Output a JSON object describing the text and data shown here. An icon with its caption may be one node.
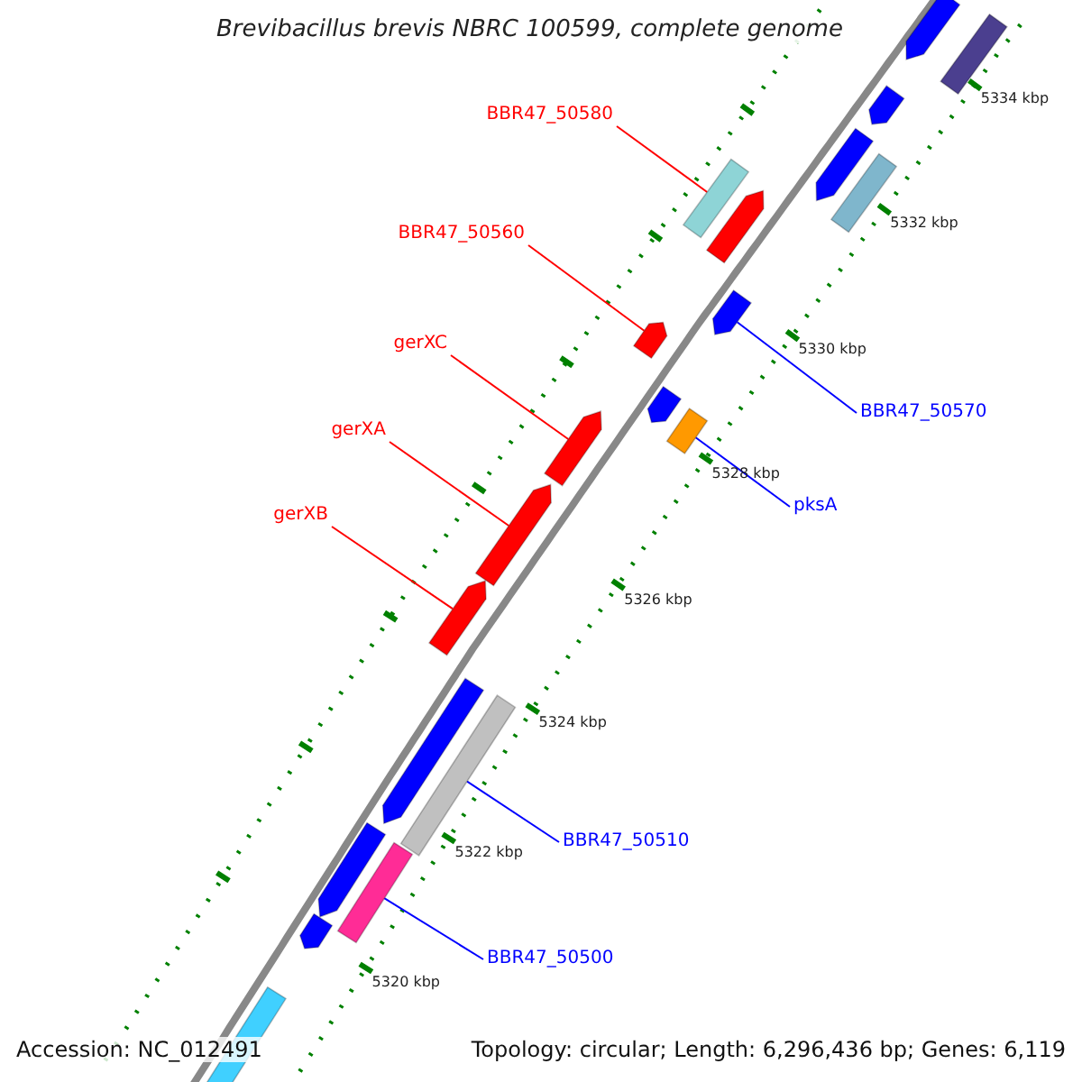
{
  "diagram": {
    "title": "Brevibacillus brevis NBRC 100599, complete genome",
    "nodes": [
      {
        "text": [
          "BBR47_50580"
        ]
      },
      {
        "text": [
          "BBR47_50560"
        ]
      },
      {
        "text": [
          "gerXC"
        ]
      },
      {
        "text": [
          "BBR47_50570"
        ]
      },
      {
        "text": [
          "gerXA"
        ]
      },
      {
        "text": [
          "pksA"
        ]
      },
      {
        "text": [
          "gerXB"
        ]
      },
      {
        "text": [
          "BBR47_50510"
        ]
      },
      {
        "text": [
          "BBR47_50500"
        ]
      },
      {
        "text": [],
        "shape": "arrow"
      },
      {
        "text": [],
        "shape": "bar"
      },
      {
        "text": [],
        "shape": "arrow"
      },
      {
        "text": [],
        "shape": "arrow"
      },
      {
        "text": [],
        "shape": "bar"
      },
      {
        "text": [],
        "shape": "bar"
      },
      {
        "text": [],
        "shape": "arrow"
      },
      {
        "text": [],
        "shape": "arrow"
      },
      {
        "text": [],
        "shape": "arrow"
      },
      {
        "text": [],
        "shape": "arrow"
      },
      {
        "text": [],
        "shape": "bar"
      },
      {
        "text": [],
        "shape": "arrow"
      },
      {
        "text": [],
        "shape": "arrow"
      },
      {
        "text": [],
        "shape": "arrow"
      },
      {
        "text": [],
        "shape": "arrow"
      },
      {
        "text": [],
        "shape": "bar"
      },
      {
        "text": [],
        "shape": "arrow"
      },
      {
        "text": [],
        "shape": "bar"
      },
      {
        "text": [],
        "shape": "arrow"
      },
      {
        "text": [],
        "shape": "bar"
      }
    ],
    "edges": [
      {
        "from": 0,
        "to": 14,
        "arrow": "none"
      },
      {
        "from": 1,
        "to": 17,
        "arrow": "none"
      },
      {
        "from": 2,
        "to": 20,
        "arrow": "none"
      },
      {
        "from": 3,
        "to": 16,
        "arrow": "none",
        "color": "#0000ff"
      },
      {
        "from": 4,
        "to": 21,
        "arrow": "none"
      },
      {
        "from": 5,
        "to": 19,
        "arrow": "none",
        "color": "#0000ff"
      },
      {
        "from": 6,
        "to": 22,
        "arrow": "none"
      },
      {
        "from": 7,
        "to": 24,
        "arrow": "none",
        "color": "#0000ff"
      },
      {
        "from": 8,
        "to": 26,
        "arrow": "none",
        "color": "#0000ff"
      }
    ],
    "labels": [
      "5334 kbp",
      "5332 kbp",
      "5330 kbp",
      "5328 kbp",
      "5326 kbp",
      "5324 kbp",
      "5322 kbp",
      "5320 kbp",
      "Accession: NC_012491",
      "Topology: circular; Length: 6,296,436 bp; Genes: 6,119"
    ]
  }
}
